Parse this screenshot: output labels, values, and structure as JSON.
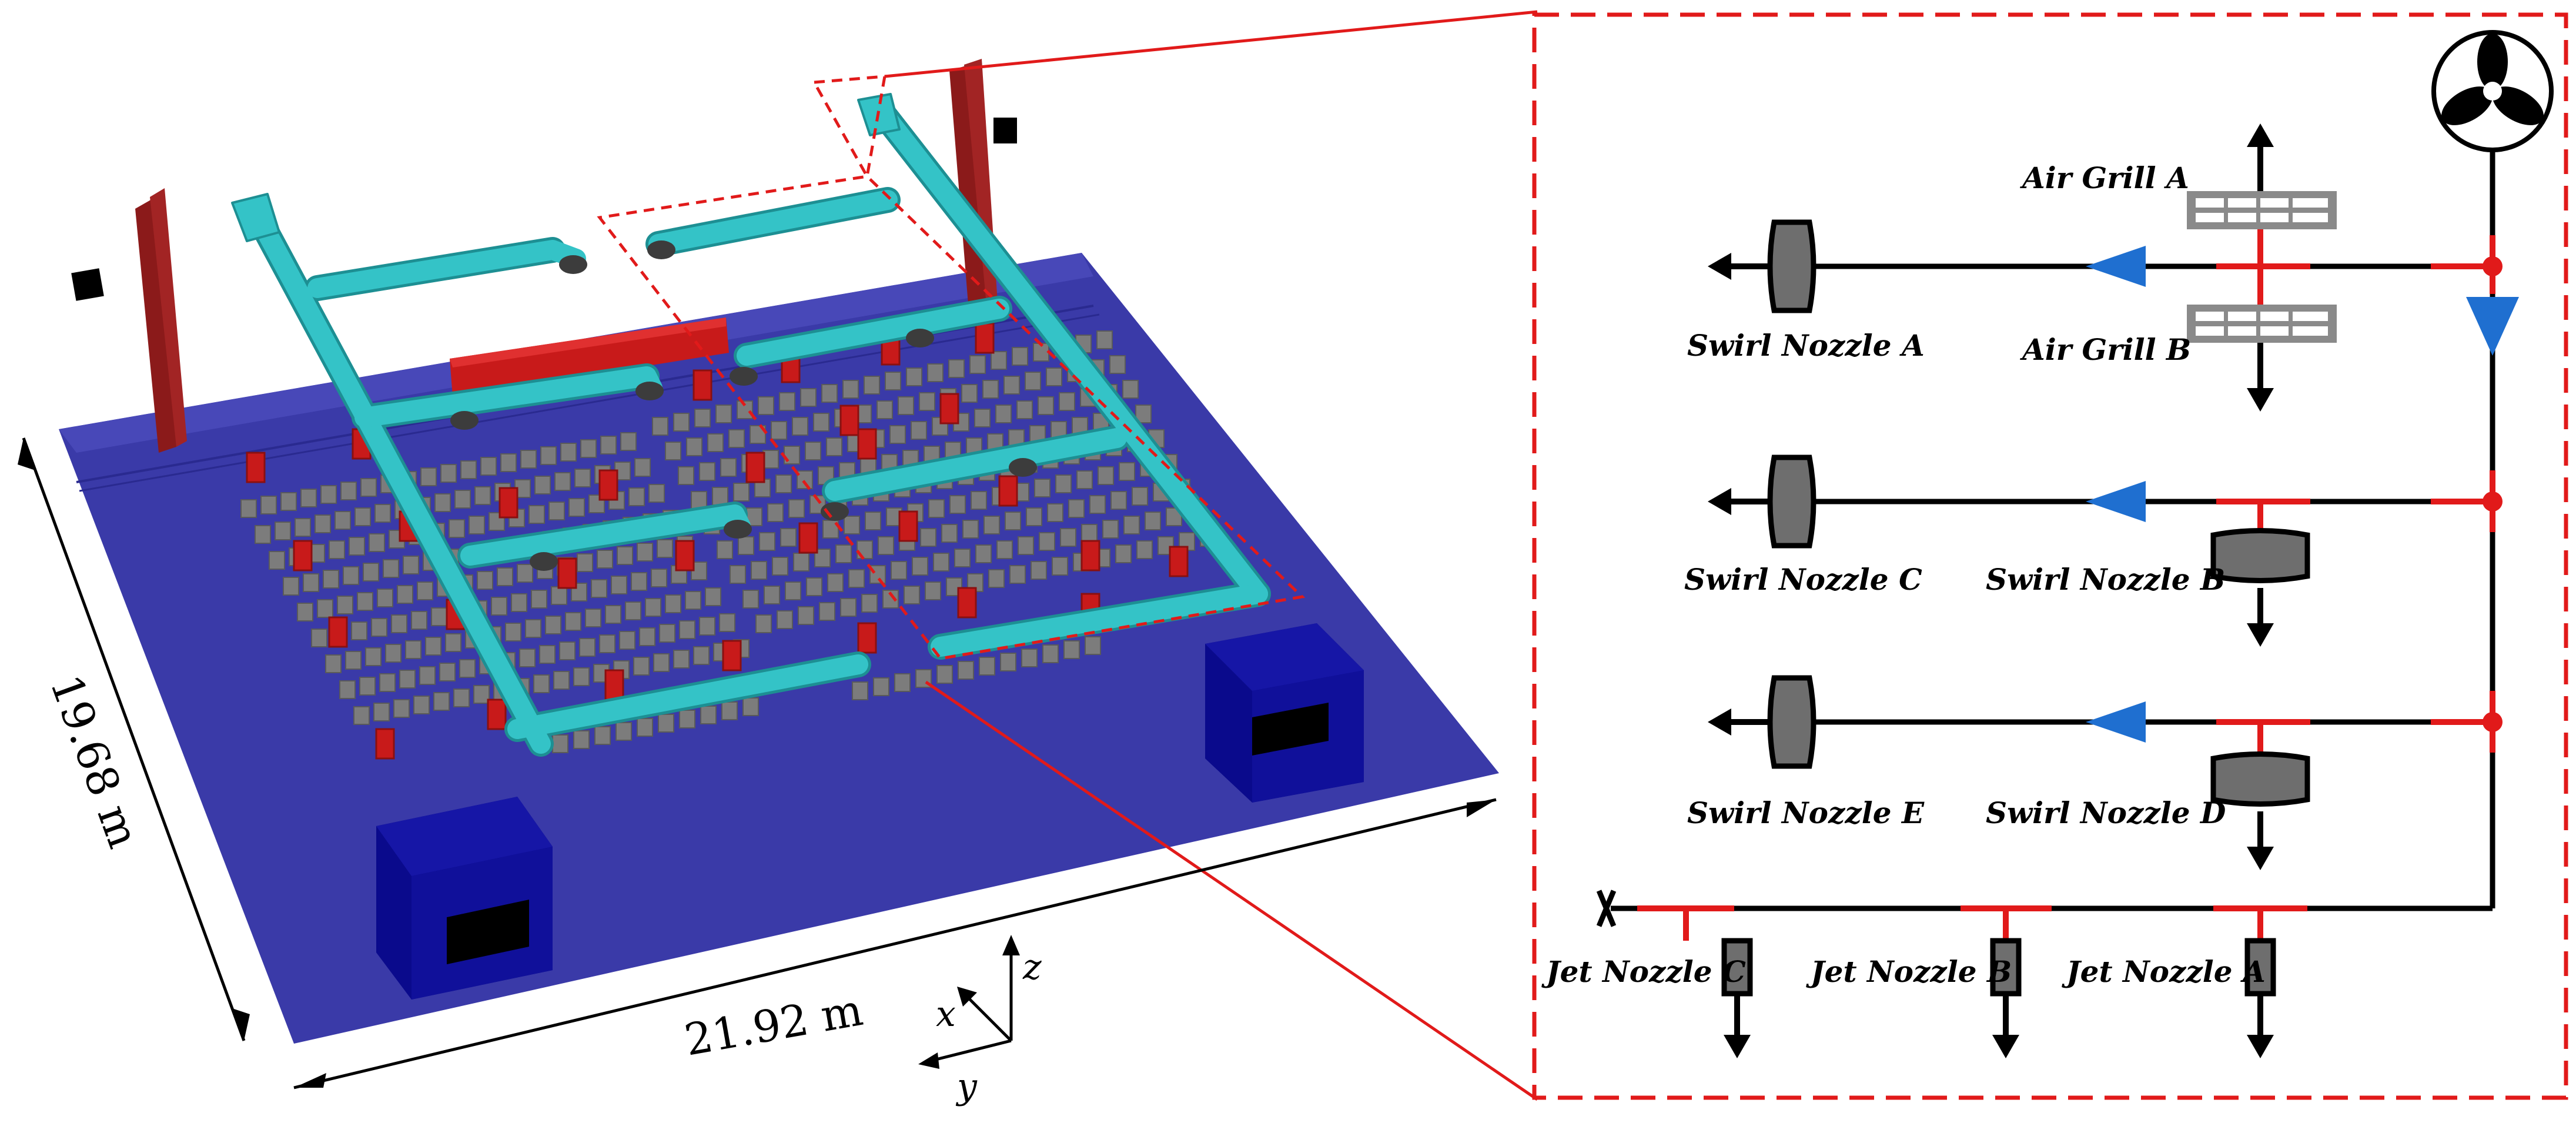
{
  "dimensions": {
    "length_label": "21.92 m",
    "width_label": "19.68 m"
  },
  "axes": {
    "x": "x",
    "y": "y",
    "z": "z"
  },
  "schematic": {
    "labels": {
      "air_grill_a": "Air Grill A",
      "air_grill_b": "Air Grill B",
      "swirl_nozzle_a": "Swirl Nozzle A",
      "swirl_nozzle_b": "Swirl Nozzle B",
      "swirl_nozzle_c": "Swirl Nozzle C",
      "swirl_nozzle_d": "Swirl Nozzle D",
      "swirl_nozzle_e": "Swirl Nozzle E",
      "jet_nozzle_a": "Jet Nozzle A",
      "jet_nozzle_b": "Jet Nozzle B",
      "jet_nozzle_c": "Jet Nozzle C"
    }
  },
  "colors": {
    "floor": "#3a3aa8",
    "floor_dark": "#0d0d8a",
    "pipe": "#34c3c7",
    "pipe_dark": "#1d8f93",
    "nozzle": "#3c3c3c",
    "cow": "#7c7c7c",
    "heater": "#c81a1a",
    "wall": "#8b1a1a",
    "dashed": "#e11a1a",
    "valve": "#1f6fd0",
    "line": "#000000",
    "junction": "#e11a1a"
  }
}
